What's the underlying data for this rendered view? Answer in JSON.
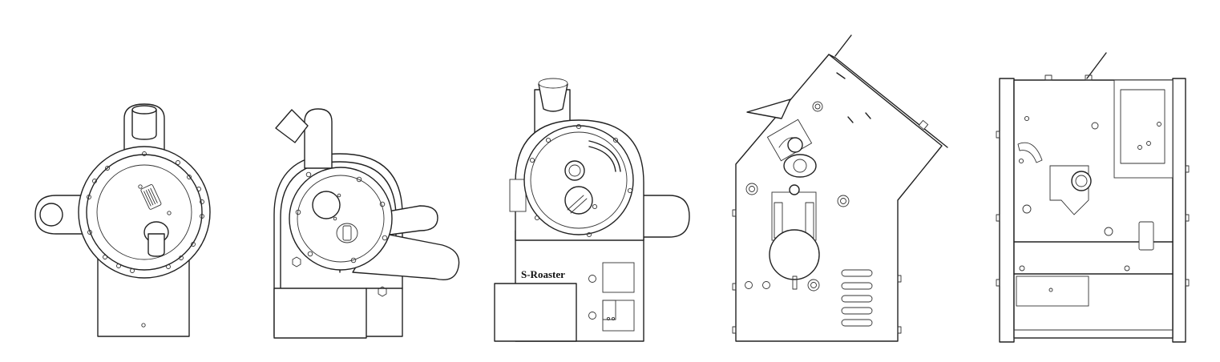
{
  "figure": {
    "views": [
      {
        "id": "front-view"
      },
      {
        "id": "three-quarter-view"
      },
      {
        "id": "perspective-view",
        "brand_label": "S-Roaster"
      },
      {
        "id": "left-side-view"
      },
      {
        "id": "right-side-view"
      }
    ]
  }
}
